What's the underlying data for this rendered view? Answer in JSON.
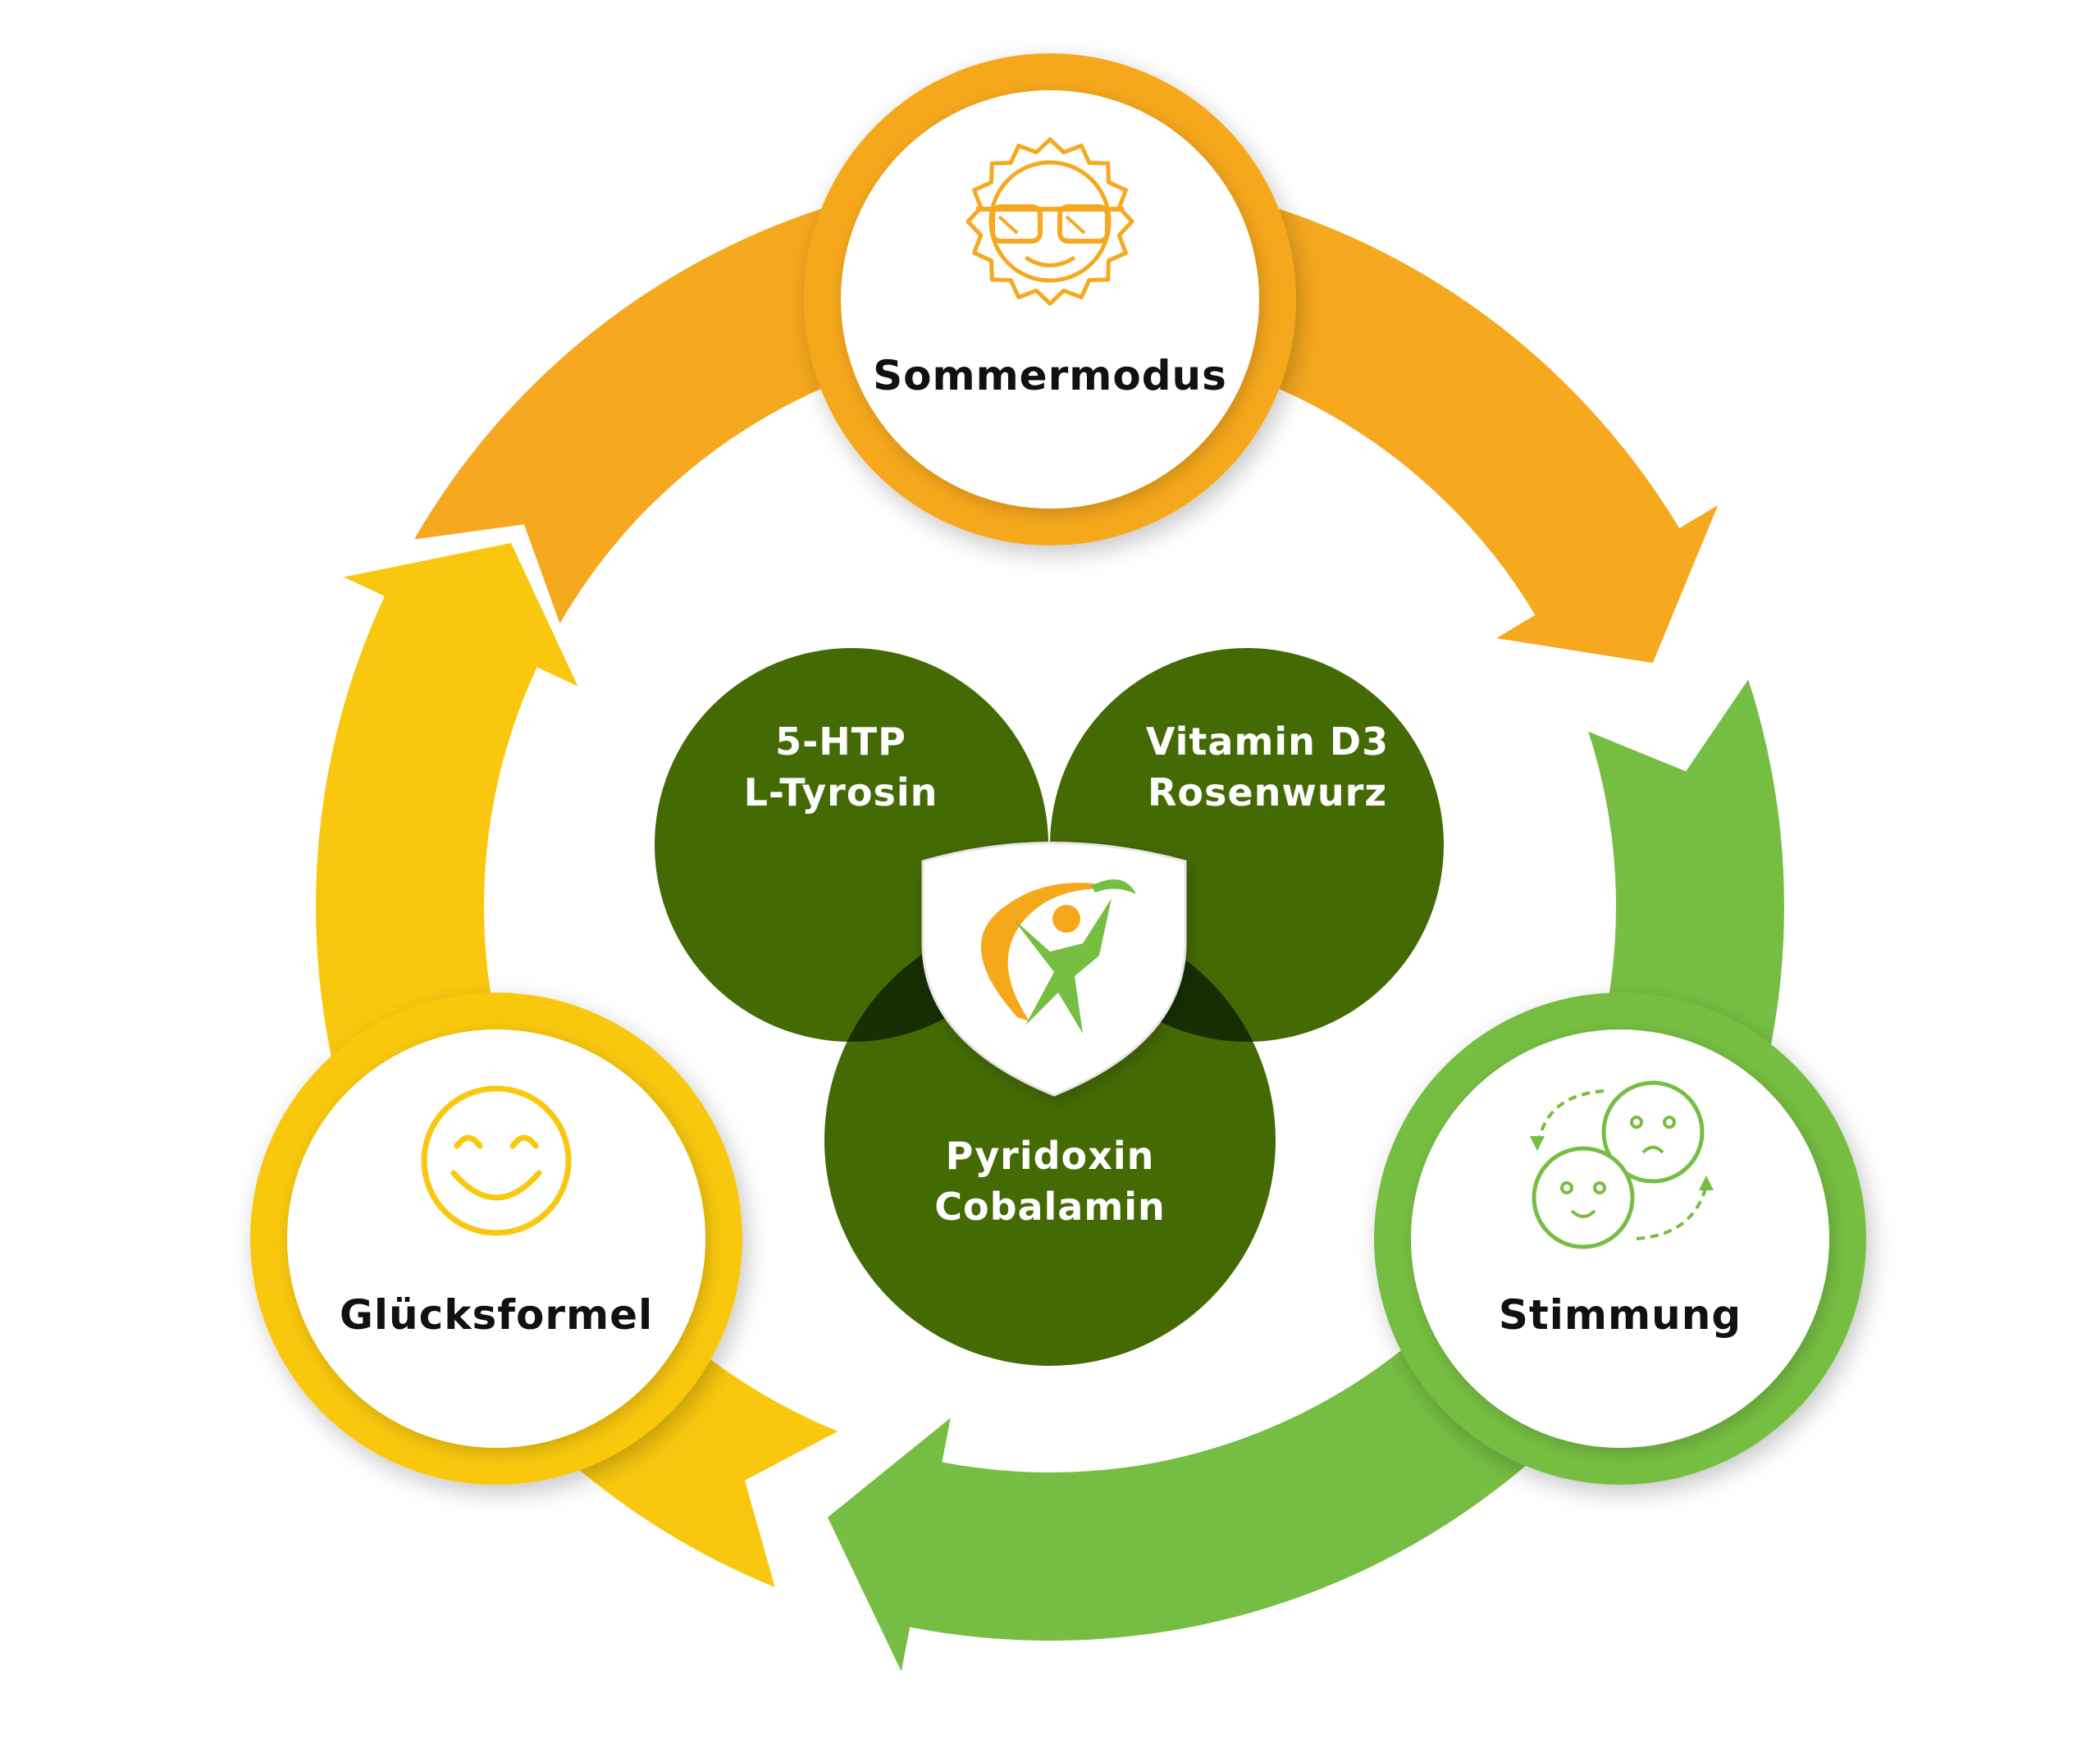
{
  "nodes": {
    "top": {
      "label": "Sommermodus",
      "icon": "sun-with-sunglasses-icon",
      "color": "#F6A81E"
    },
    "right": {
      "label": "Stimmung",
      "icon": "mood-change-faces-icon",
      "color": "#76BE43"
    },
    "left": {
      "label": "Glücksformel",
      "icon": "smiley-face-icon",
      "color": "#F9C80E"
    }
  },
  "venn": {
    "top_left": {
      "line1": "5-HTP",
      "line2": "L-Tyrosin"
    },
    "top_right": {
      "line1": "Vitamin D3",
      "line2": "Rosenwurz"
    },
    "bottom": {
      "line1": "Pyridoxin",
      "line2": "Cobalamin"
    },
    "center": {
      "icon": "shield-logo-icon"
    }
  },
  "colors": {
    "circle_fill": "#446A04",
    "overlap_fill": "#172E03",
    "orange": "#F6A81E",
    "green": "#76BE43",
    "yellow": "#F9C80E"
  }
}
